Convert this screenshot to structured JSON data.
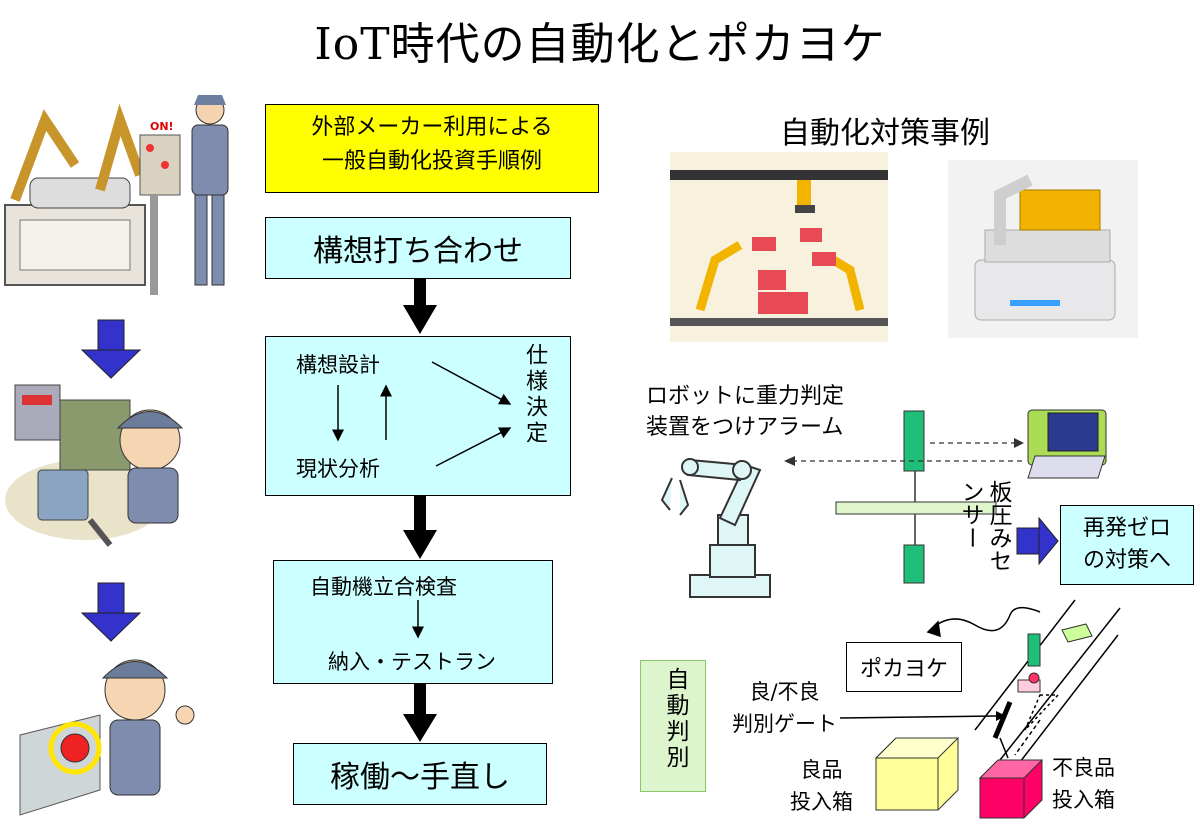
{
  "title": "IoT時代の自動化とポカヨケ",
  "flow": {
    "note_line1": "外部メーカー利用による",
    "note_line2": "一般自動化投資手順例",
    "step1": "構想打ち合わせ",
    "design": "構想設計",
    "analysis": "現状分析",
    "spec": "仕様決定",
    "test": "自動機立合検査",
    "delivery": "納入・テストラン",
    "operation": "稼働～手直し"
  },
  "examples": {
    "heading": "自動化対策事例",
    "robot_line1": "ロボットに重力判定",
    "robot_line2": "装置をつけアラーム",
    "sensor": "板圧みセンサー",
    "recurrence_line1": "再発ゼロ",
    "recurrence_line2": "の対策へ",
    "pokayoke": "ポカヨケ",
    "auto_judge": "自動判別",
    "gate_line1": "良/不良",
    "gate_line2": "判別ゲート",
    "good_line1": "良品",
    "good_line2": "投入箱",
    "bad_line1": "不良品",
    "bad_line2": "投入箱"
  },
  "illustrations": {
    "worker_on_label": "ON!"
  },
  "colors": {
    "box_fill": "#ccffff",
    "note_fill": "#ffff00",
    "arrow_blue": "#3333cc",
    "sensor_green": "#1fbf7a",
    "good_box": "#ffff99",
    "bad_box": "#ff0066"
  }
}
